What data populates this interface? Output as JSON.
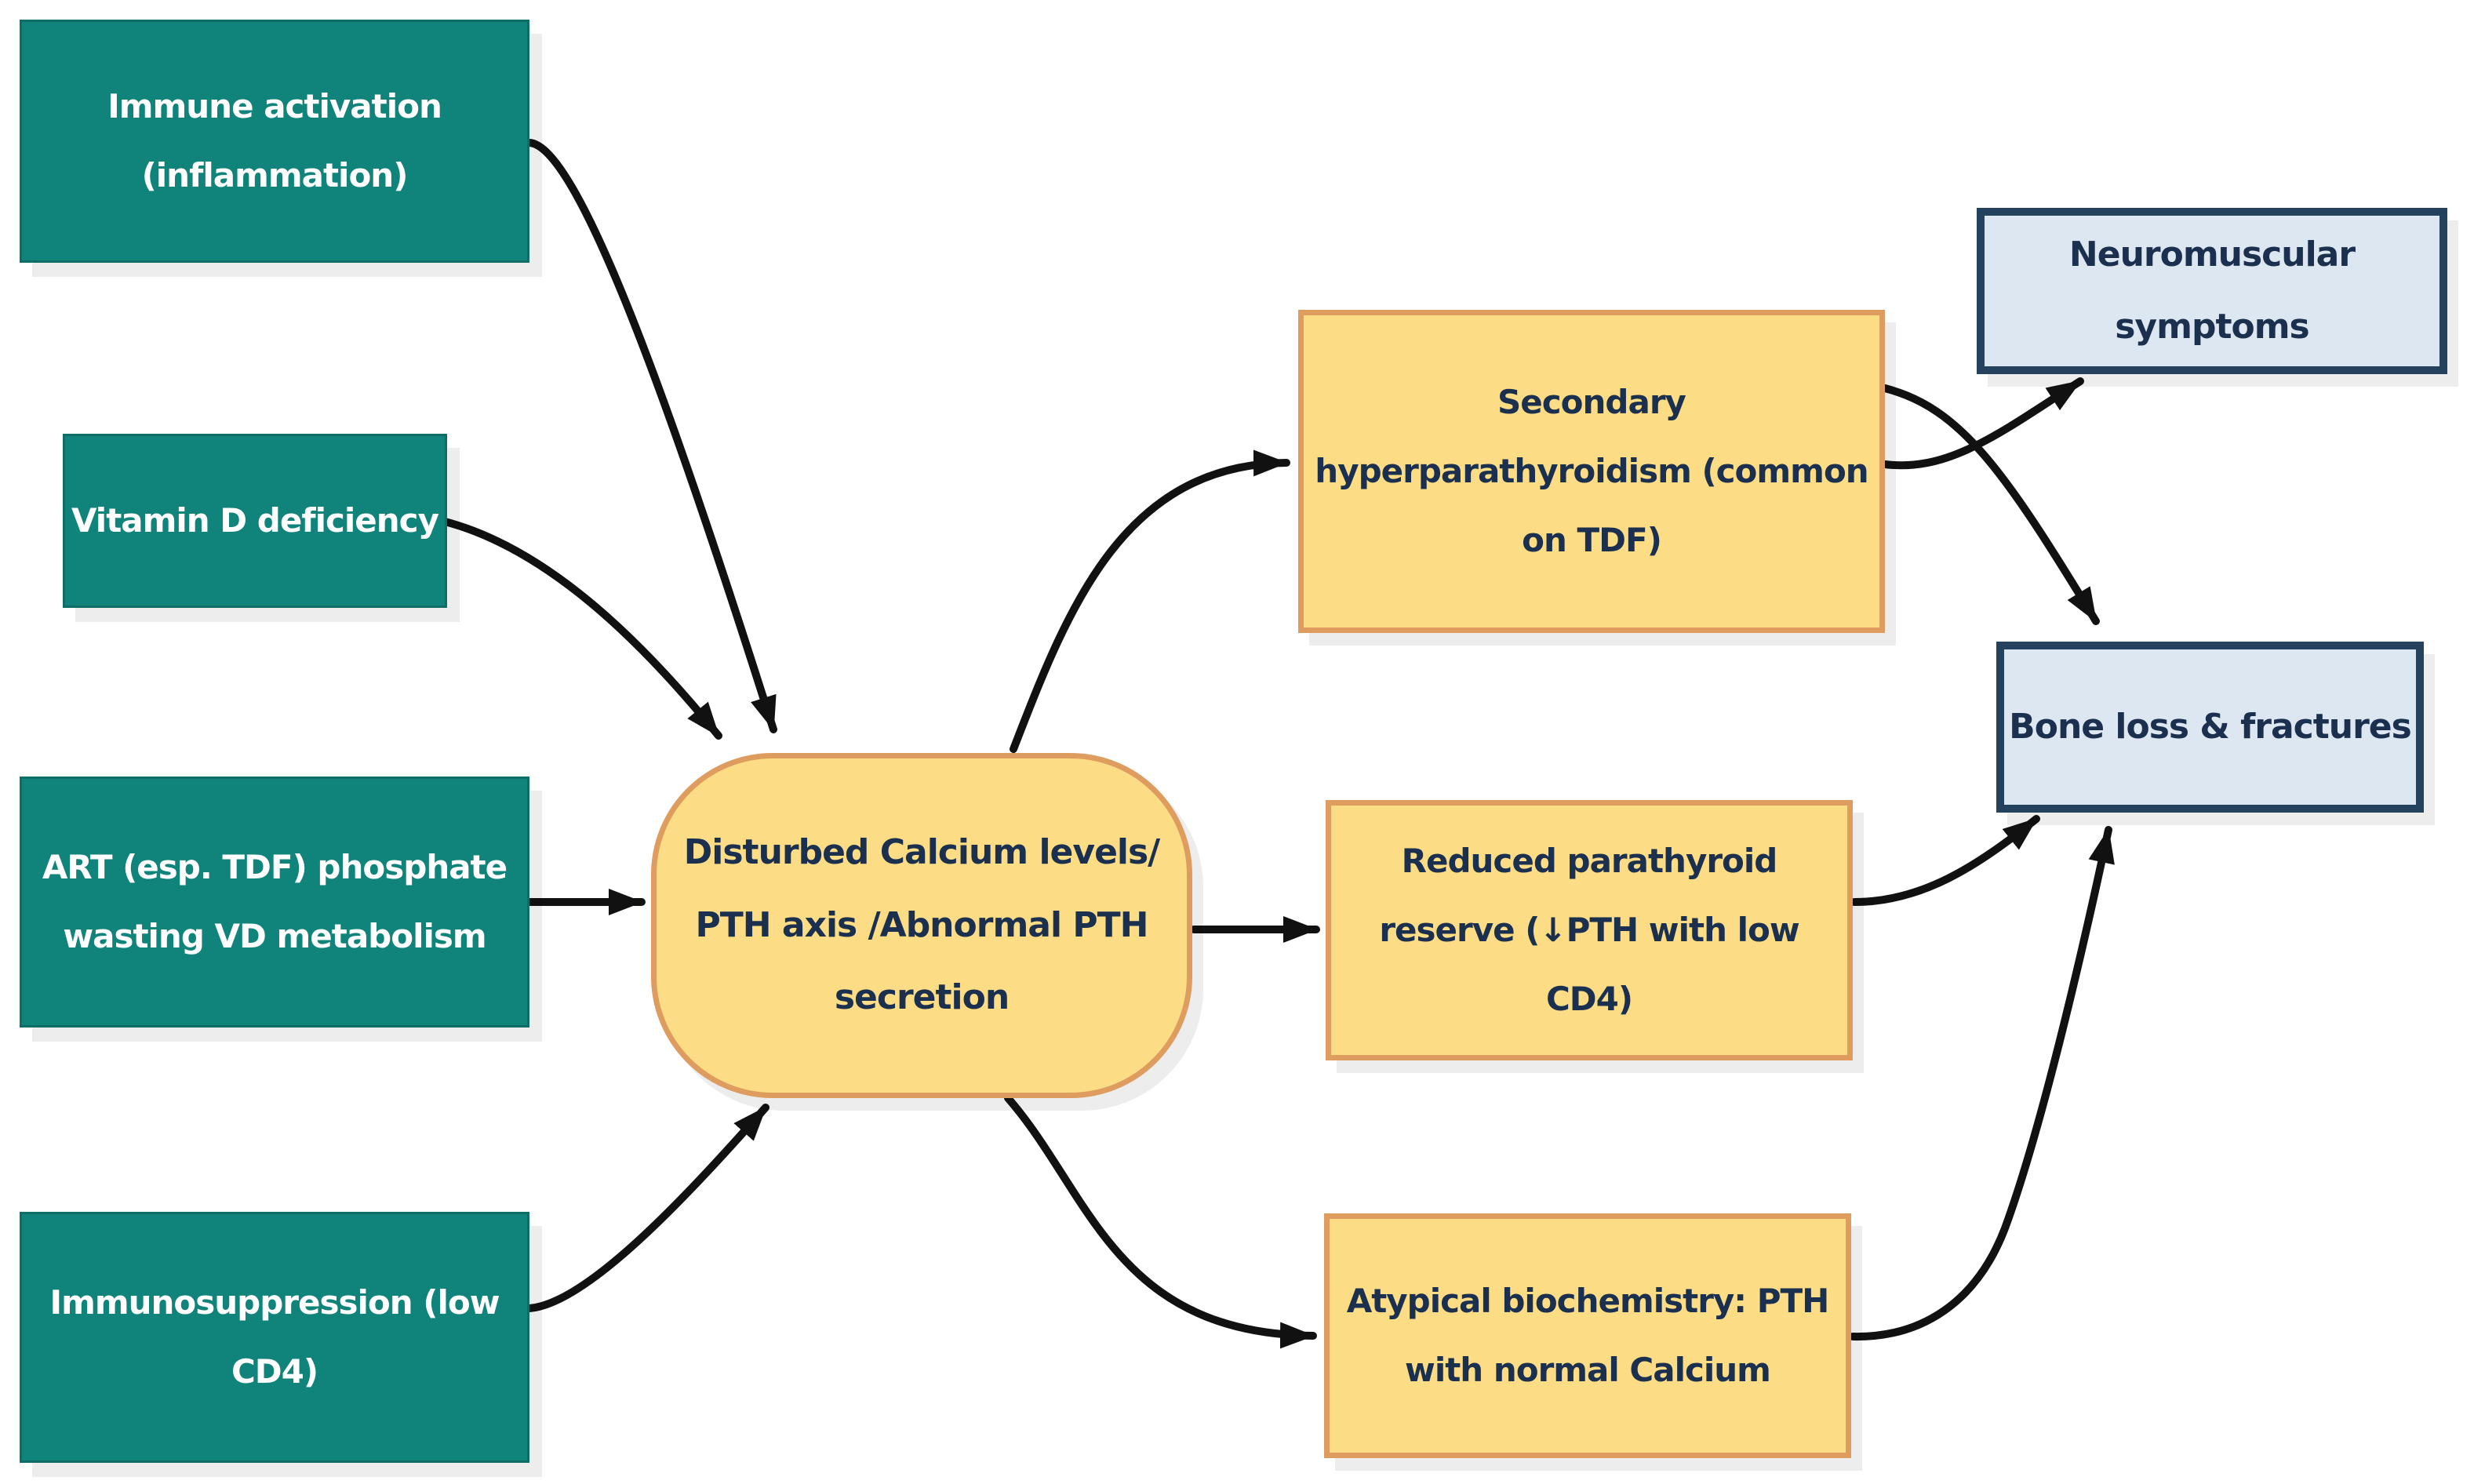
{
  "diagram": {
    "type": "flowchart",
    "background": "#ffffff",
    "colors": {
      "teal_fill": "#10837A",
      "teal_border": "#0C6E66",
      "yellow_fill": "#FCDD85",
      "orange_border": "#DE9C5E",
      "blue_fill": "#DCE7F1",
      "navy_border": "#24415E",
      "text_dark": "#1B2F4F",
      "white_text": "#FFFFFF",
      "arrow_color": "#111111",
      "shadow_color": "rgba(0,0,0,0.07)"
    },
    "nodes": {
      "immune_activation": {
        "lines": [
          "Immune activation",
          "(inflammation)"
        ]
      },
      "vitamin_d_deficiency": {
        "lines": [
          "Vitamin D deficiency"
        ]
      },
      "art_phosphate_wasting": {
        "lines": [
          "ART (esp. TDF) phosphate",
          "wasting  VD metabolism"
        ]
      },
      "immunosuppression": {
        "lines": [
          "Immunosuppression (low",
          "CD4)"
        ]
      },
      "calcium_pth_hub": {
        "lines": [
          "Disturbed Calcium levels/",
          "PTH axis /Abnormal PTH",
          "secretion"
        ]
      },
      "secondary_hyperparathyroidism": {
        "lines": [
          "Secondary",
          "hyperparathyroidism (common",
          "on TDF)"
        ]
      },
      "reduced_parathyroid_reserve": {
        "lines": [
          "Reduced parathyroid",
          "reserve (↓PTH with low CD4)"
        ]
      },
      "atypical_biochemistry": {
        "lines": [
          "Atypical biochemistry: PTH",
          "with normal Calcium"
        ]
      },
      "neuromuscular_symptoms": {
        "lines": [
          "Neuromuscular symptoms"
        ]
      },
      "bone_loss_fractures": {
        "lines": [
          "Bone loss & fractures"
        ]
      }
    },
    "edges": [
      {
        "from": "immune-activation",
        "to": "calcium-pth-hub"
      },
      {
        "from": "vitamin-d-deficiency",
        "to": "calcium-pth-hub"
      },
      {
        "from": "art-phosphate-wasting",
        "to": "calcium-pth-hub"
      },
      {
        "from": "immunosuppression",
        "to": "calcium-pth-hub"
      },
      {
        "from": "calcium-pth-hub",
        "to": "secondary-hyperparathyroidism"
      },
      {
        "from": "calcium-pth-hub",
        "to": "reduced-parathyroid-reserve"
      },
      {
        "from": "calcium-pth-hub",
        "to": "atypical-biochemistry"
      },
      {
        "from": "secondary-hyperparathyroidism",
        "to": "neuromuscular-symptoms"
      },
      {
        "from": "secondary-hyperparathyroidism",
        "to": "bone-loss-fractures"
      },
      {
        "from": "reduced-parathyroid-reserve",
        "to": "bone-loss-fractures"
      },
      {
        "from": "atypical-biochemistry",
        "to": "bone-loss-fractures"
      }
    ]
  }
}
